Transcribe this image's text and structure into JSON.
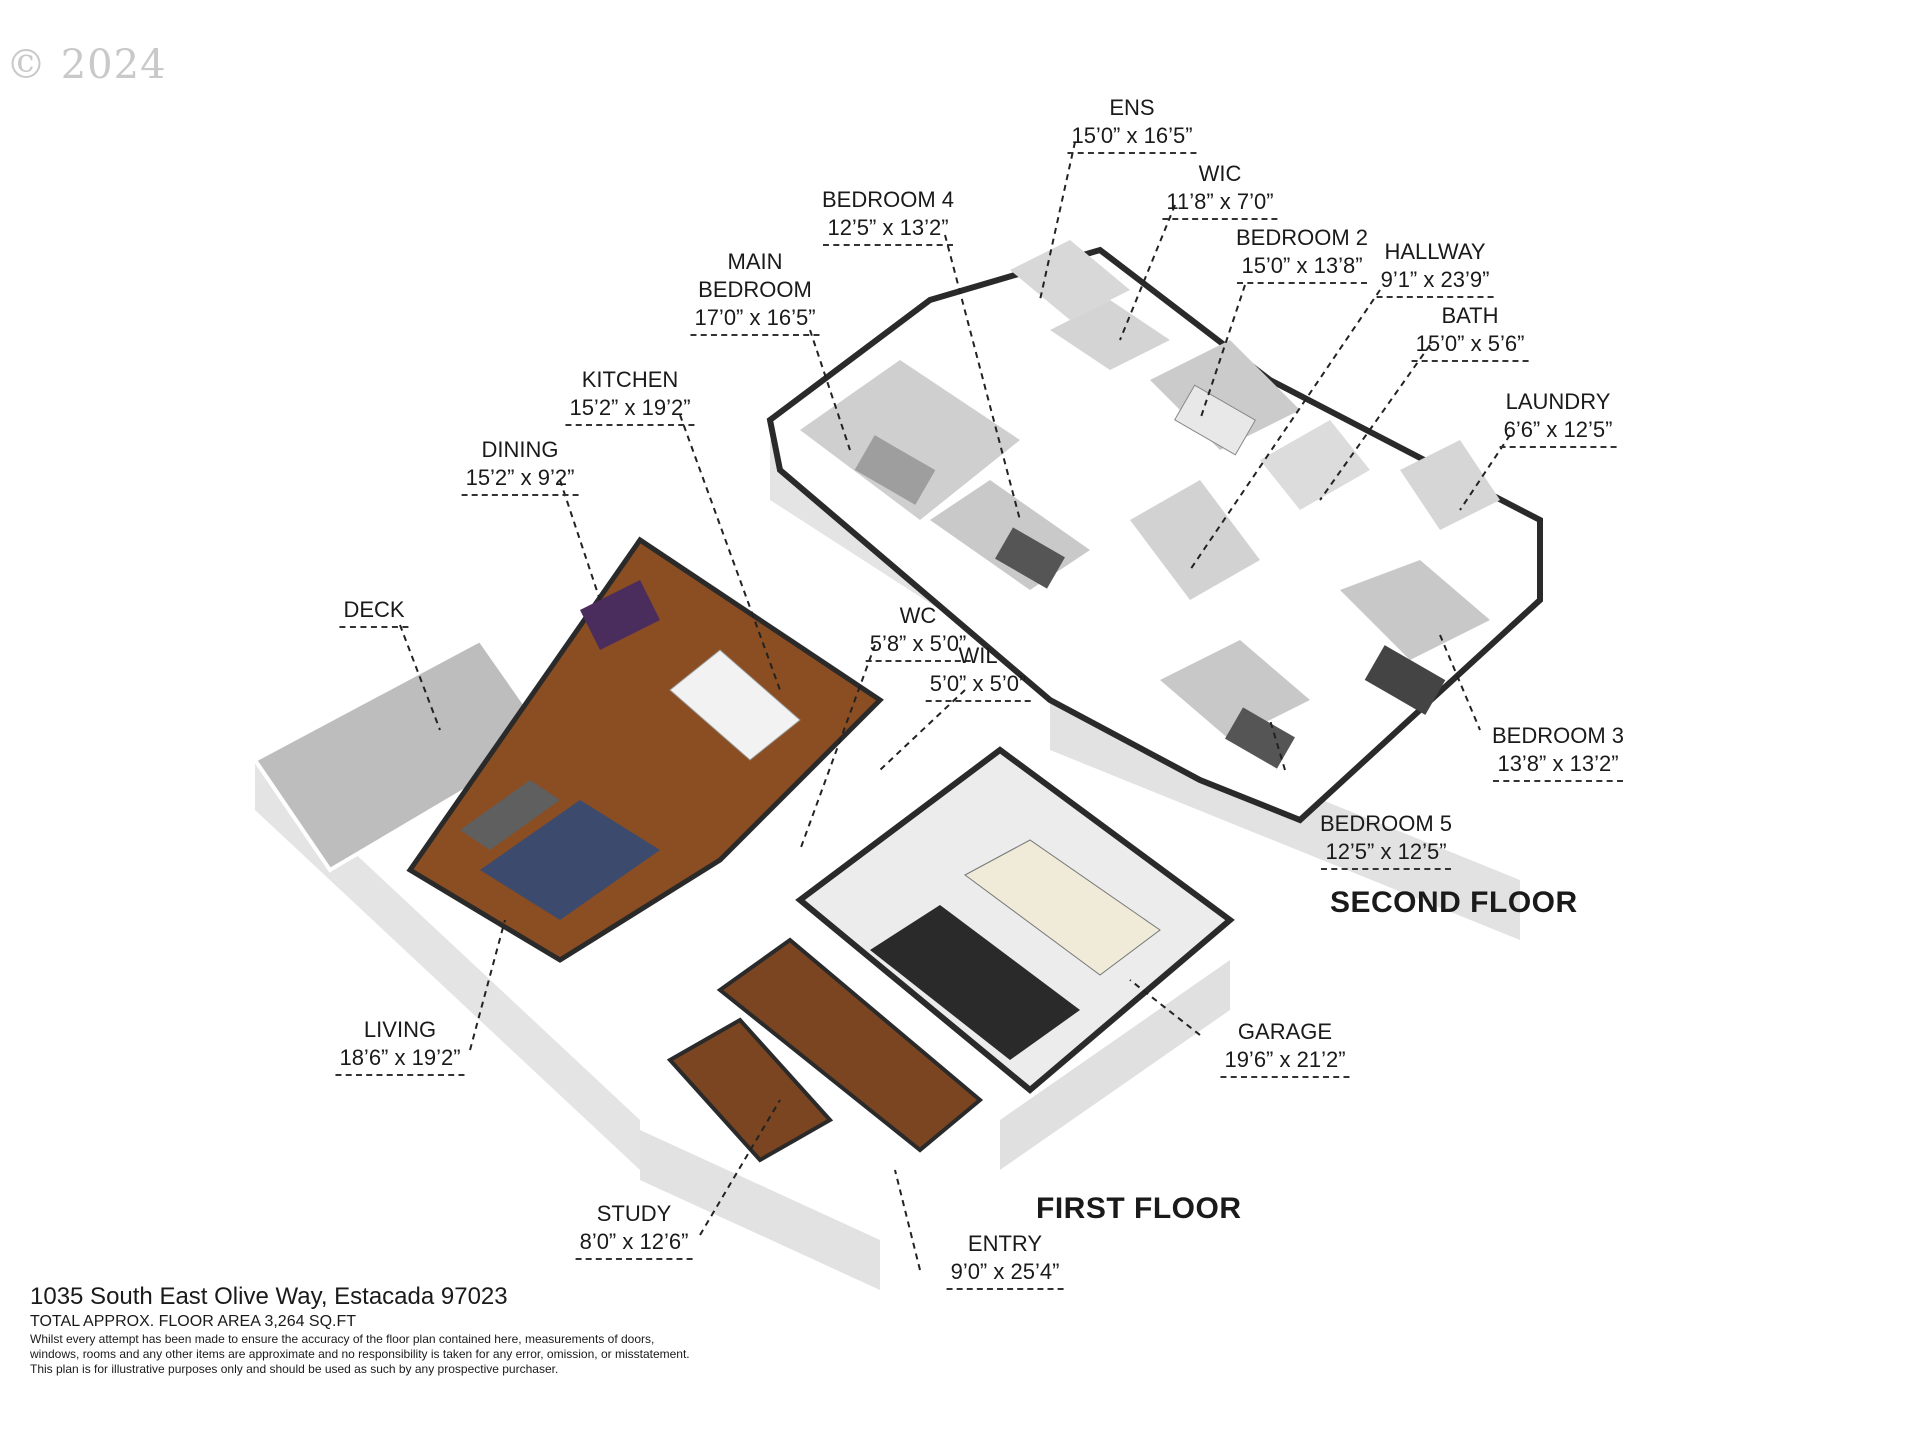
{
  "watermark": "© 2024",
  "floors": {
    "second": "SECOND FLOOR",
    "first": "FIRST FLOOR"
  },
  "rooms": {
    "ens": {
      "name": "ENS",
      "dim": "15’0” x 16’5”"
    },
    "wic": {
      "name": "WIC",
      "dim": "11’8” x 7’0”"
    },
    "bedroom4": {
      "name": "BEDROOM 4",
      "dim": "12’5” x 13’2”"
    },
    "bedroom2": {
      "name": "BEDROOM 2",
      "dim": "15’0” x 13’8”"
    },
    "hallway": {
      "name": "HALLWAY",
      "dim": "9’1” x 23’9”"
    },
    "main_bedroom": {
      "name1": "MAIN",
      "name2": "BEDROOM",
      "dim": "17’0” x 16’5”"
    },
    "bath": {
      "name": "BATH",
      "dim": "15’0” x 5’6”"
    },
    "kitchen": {
      "name": "KITCHEN",
      "dim": "15’2” x 19’2”"
    },
    "laundry": {
      "name": "LAUNDRY",
      "dim": "6’6” x 12’5”"
    },
    "dining": {
      "name": "DINING",
      "dim": "15’2” x 9’2”"
    },
    "deck": {
      "name": "DECK",
      "dim": ""
    },
    "wc": {
      "name": "WC",
      "dim": "5’8” x 5’0”"
    },
    "wil": {
      "name": "WIL",
      "dim": "5’0” x 5’0”"
    },
    "bedroom3": {
      "name": "BEDROOM 3",
      "dim": "13’8” x 13’2”"
    },
    "bedroom5": {
      "name": "BEDROOM 5",
      "dim": "12’5” x 12’5”"
    },
    "living": {
      "name": "LIVING",
      "dim": "18’6” x 19’2”"
    },
    "garage": {
      "name": "GARAGE",
      "dim": "19’6” x 21’2”"
    },
    "study": {
      "name": "STUDY",
      "dim": "8’0” x 12’6”"
    },
    "entry": {
      "name": "ENTRY",
      "dim": "9’0” x 25’4”"
    }
  },
  "footer": {
    "address": "1035 South East Olive Way, Estacada 97023",
    "area": "TOTAL APPROX. FLOOR AREA 3,264 SQ.FT",
    "disclaimer1": "Whilst every attempt has been made to ensure the accuracy of the floor plan contained here, measurements of doors,",
    "disclaimer2": "windows, rooms and any other items are approximate and no responsibility is taken for any error, omission, or misstatement.",
    "disclaimer3": "This plan is for illustrative purposes only and should be used as such by any prospective purchaser."
  }
}
